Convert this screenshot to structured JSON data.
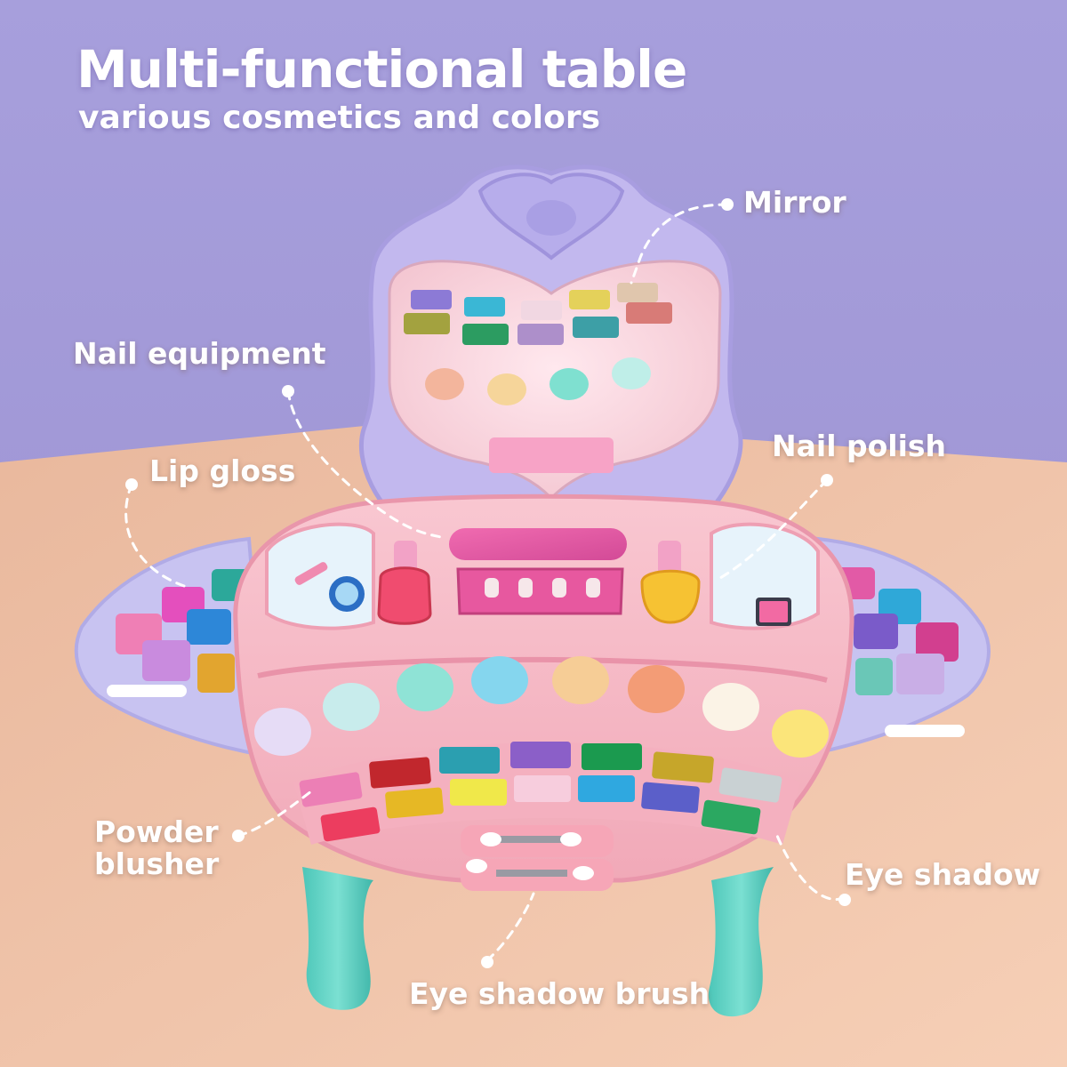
{
  "headline": {
    "title": "Multi-functional table",
    "subtitle": "various cosmetics and colors"
  },
  "callouts": {
    "mirror": "Mirror",
    "nail_equipment": "Nail equipment",
    "nail_polish": "Nail polish",
    "lip_gloss": "Lip gloss",
    "powder_blusher_line1": "Powder",
    "powder_blusher_line2": "blusher",
    "eye_shadow": "Eye shadow",
    "eye_shadow_brush": "Eye shadow brush"
  },
  "colors": {
    "background_top": "#9d93d3",
    "background_bottom": "#f2c4a8",
    "table_pink": "#f7bcc8",
    "mirror_frame": "#c2b8ee",
    "legs": "#5ed3c4",
    "side_trays": "#c9c4f2",
    "label_text": "#ffffff"
  }
}
